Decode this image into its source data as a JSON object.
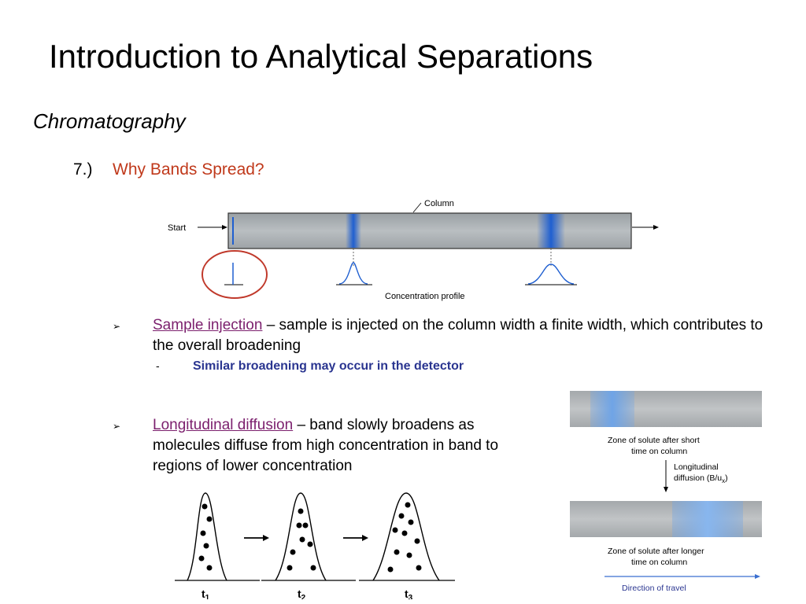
{
  "slide": {
    "title": "Introduction to Analytical Separations",
    "subtitle": "Chromatography",
    "item_number": "7.)",
    "item_text": "Why Bands Spread?"
  },
  "top_figure": {
    "column_label": "Column",
    "start_label": "Start",
    "profile_label": "Concentration profile"
  },
  "bullets": [
    {
      "marker": "➢",
      "term": "Sample injection",
      "text": " – sample is injected on the column width a finite width, which contributes to the overall broadening",
      "sub_dash": "-",
      "sub_text": "Similar broadening may occur in the detector"
    },
    {
      "marker": "➢",
      "term": "Longitudinal diffusion",
      "text": " – band slowly broadens as molecules diffuse from high concentration in band to regions of lower concentration"
    }
  ],
  "right_figure": {
    "zone_short_1": "Zone of solute after short",
    "zone_short_2": "time on column",
    "diffusion_1": "Longitudinal",
    "diffusion_2": "diffusion (B/u",
    "diffusion_sub": "x",
    "diffusion_close": ")",
    "zone_long_1": "Zone of solute after longer",
    "zone_long_2": "time on column",
    "direction": "Direction of travel"
  },
  "peaks_figure": {
    "t1": "t",
    "t1_sub": "1",
    "t2": "t",
    "t2_sub": "2",
    "t3": "t",
    "t3_sub": "3"
  },
  "colors": {
    "title_red": "#c0391b",
    "link_purple": "#7b1f6d",
    "sub_blue": "#2a3590",
    "band_blue": "#1f5fd0",
    "circle_red": "#c0392b"
  }
}
